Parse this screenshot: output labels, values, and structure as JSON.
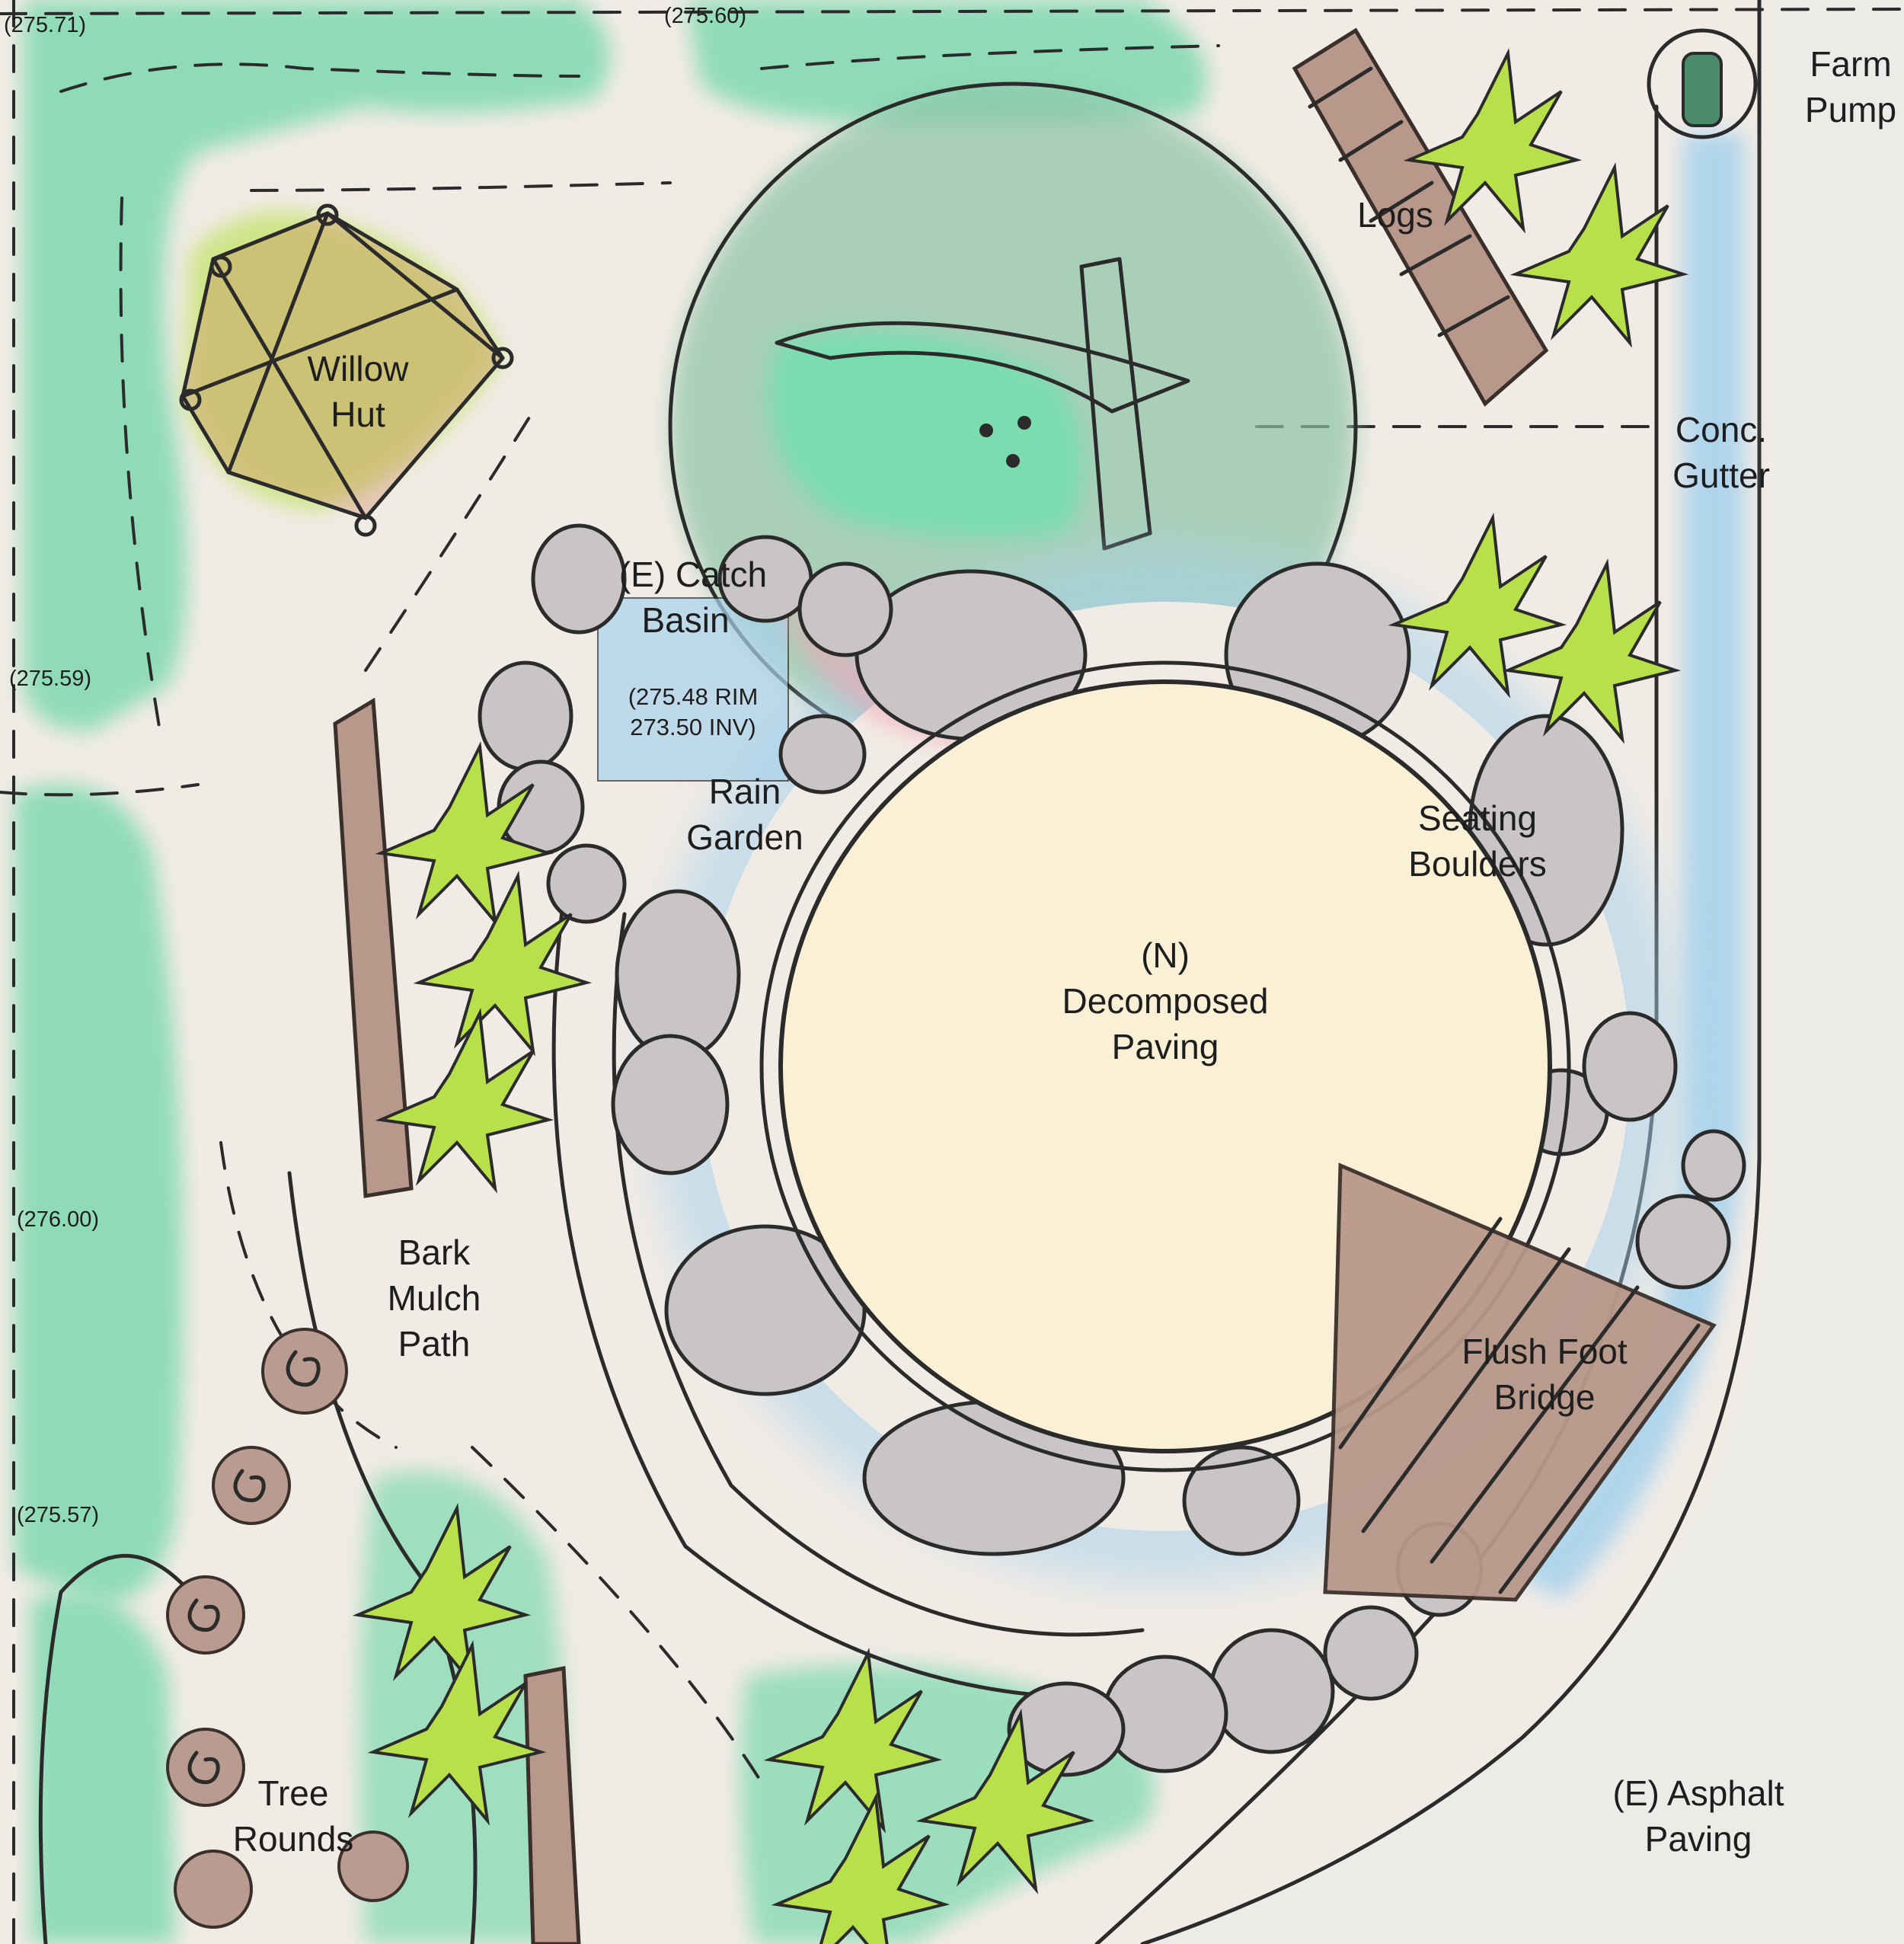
{
  "labels": {
    "farm_pump": [
      "Farm",
      "Pump"
    ],
    "logs": "Logs",
    "conc_gutter": [
      "Conc.",
      "Gutter"
    ],
    "willow_hut": [
      "Willow",
      "Hut"
    ],
    "catch_basin": [
      "(E) Catch",
      "Basin"
    ],
    "basin_elev": [
      "(275.48 RIM",
      "273.50 INV)"
    ],
    "rain_garden": [
      "Rain",
      "Garden"
    ],
    "seating_boulders": [
      "Seating",
      "Boulders"
    ],
    "decomposed_paving": [
      "(N)",
      "Decomposed",
      "Paving"
    ],
    "bark_mulch_path": [
      "Bark",
      "Mulch",
      "Path"
    ],
    "flush_foot_bridge": [
      "Flush Foot",
      "Bridge"
    ],
    "tree_rounds": [
      "Tree",
      "Rounds"
    ],
    "asphalt_paving": [
      "(E) Asphalt",
      "Paving"
    ]
  },
  "elevations": {
    "top_left": "(275.71)",
    "top_center": "(275.60)",
    "left_upper": "(275.59)",
    "left_middle": "(276.00)",
    "left_lower": "(275.57)"
  },
  "colors": {
    "ground": "#f1ebe6",
    "asphalt": "#ebebe8",
    "planting": "#7fd9b0",
    "paving": "#faf0d6",
    "water": "#a9d3ec",
    "boulder": "#c9c5c6",
    "wood": "#b8988a",
    "shrub": "#b8e04a",
    "canopy": "#8cc4a6"
  }
}
